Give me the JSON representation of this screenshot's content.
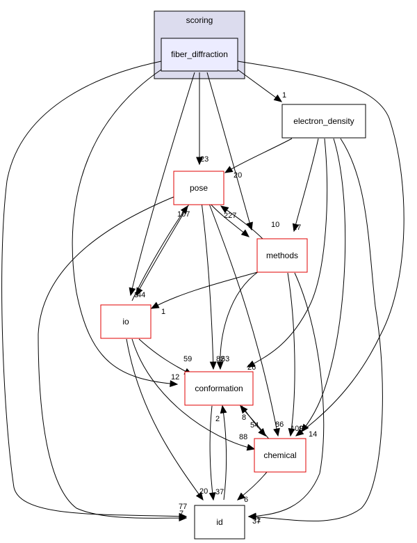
{
  "graph": {
    "cluster": {
      "label": "scoring"
    },
    "nodes": {
      "fiber_diffraction": {
        "label": "fiber_diffraction"
      },
      "electron_density": {
        "label": "electron_density"
      },
      "pose": {
        "label": "pose"
      },
      "methods": {
        "label": "methods"
      },
      "io": {
        "label": "io"
      },
      "conformation": {
        "label": "conformation"
      },
      "chemical": {
        "label": "chemical"
      },
      "id": {
        "label": "id"
      }
    },
    "edge_labels": {
      "fd_ed": "1",
      "fd_pose": "23",
      "fd_methods": "10",
      "fd_io": "3",
      "fd_conf": "12",
      "fd_chem": "14",
      "fd_id": "7",
      "ed_pose": "20",
      "ed_methods": "17",
      "ed_conf": "26",
      "ed_chem": "109",
      "ed_id": "1",
      "pose_methods": "1",
      "methods_pose": "227",
      "pose_io": "44",
      "io_pose": "107",
      "pose_conf": "82",
      "pose_chem": "86",
      "pose_id": "77",
      "methods_io": "1",
      "methods_conf": "63",
      "methods_chem": "9",
      "methods_id": "37",
      "io_conf": "59",
      "io_chem": "88",
      "io_id": "20",
      "conf_chem": "54",
      "chem_conf": "8",
      "conf_id": "37",
      "id_conf": "2",
      "chem_id": "6"
    }
  }
}
